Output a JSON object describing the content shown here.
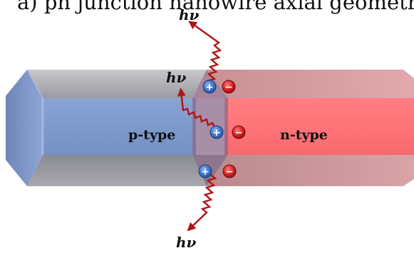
{
  "title": "a) pn junction nanowire axial geometry",
  "labels": {
    "p_region": "p-type",
    "n_region": "n-type",
    "photon": "hν"
  },
  "carriers": {
    "hole_symbol": "+",
    "electron_symbol": "−"
  },
  "colors": {
    "p_type": "#7e99cc",
    "n_type": "#ff7478",
    "junction": "#8a6a8a",
    "hole": "#3c72c8",
    "electron": "#d21f1f",
    "photon_wave": "#b01515"
  }
}
